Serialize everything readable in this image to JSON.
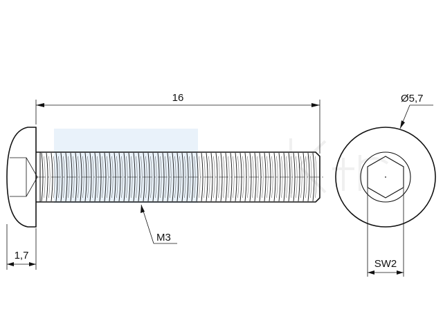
{
  "dimensions": {
    "length": "16",
    "head_diameter": "Ø5,7",
    "head_height": "1,7",
    "thread": "M3",
    "socket_size": "SW2"
  },
  "colors": {
    "line": "#111111",
    "watermark": "#cfe3f3"
  },
  "views": {
    "side_view": "button-head-screw-side",
    "end_view": "button-head-screw-end"
  }
}
